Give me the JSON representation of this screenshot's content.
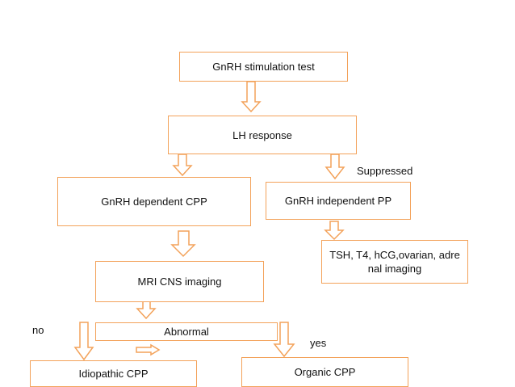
{
  "nodes": {
    "stimulation_test": "GnRH stimulation test",
    "lh_response": "LH response",
    "dependent_cpp": "GnRH dependent CPP",
    "independent_pp": "GnRH independent PP",
    "imaging_workup_line1": "TSH, T4, hCG,ovarian, adre",
    "imaging_workup_line2": "nal imaging",
    "mri": "MRI CNS imaging",
    "abnormal": "Abnormal",
    "idiopathic": "Idiopathic CPP",
    "organic": "Organic CPP"
  },
  "labels": {
    "suppressed": "Suppressed",
    "no": "no",
    "yes": "yes"
  },
  "colors": {
    "box_border": "#f3a25a",
    "arrow_outline": "#f3a25a"
  }
}
